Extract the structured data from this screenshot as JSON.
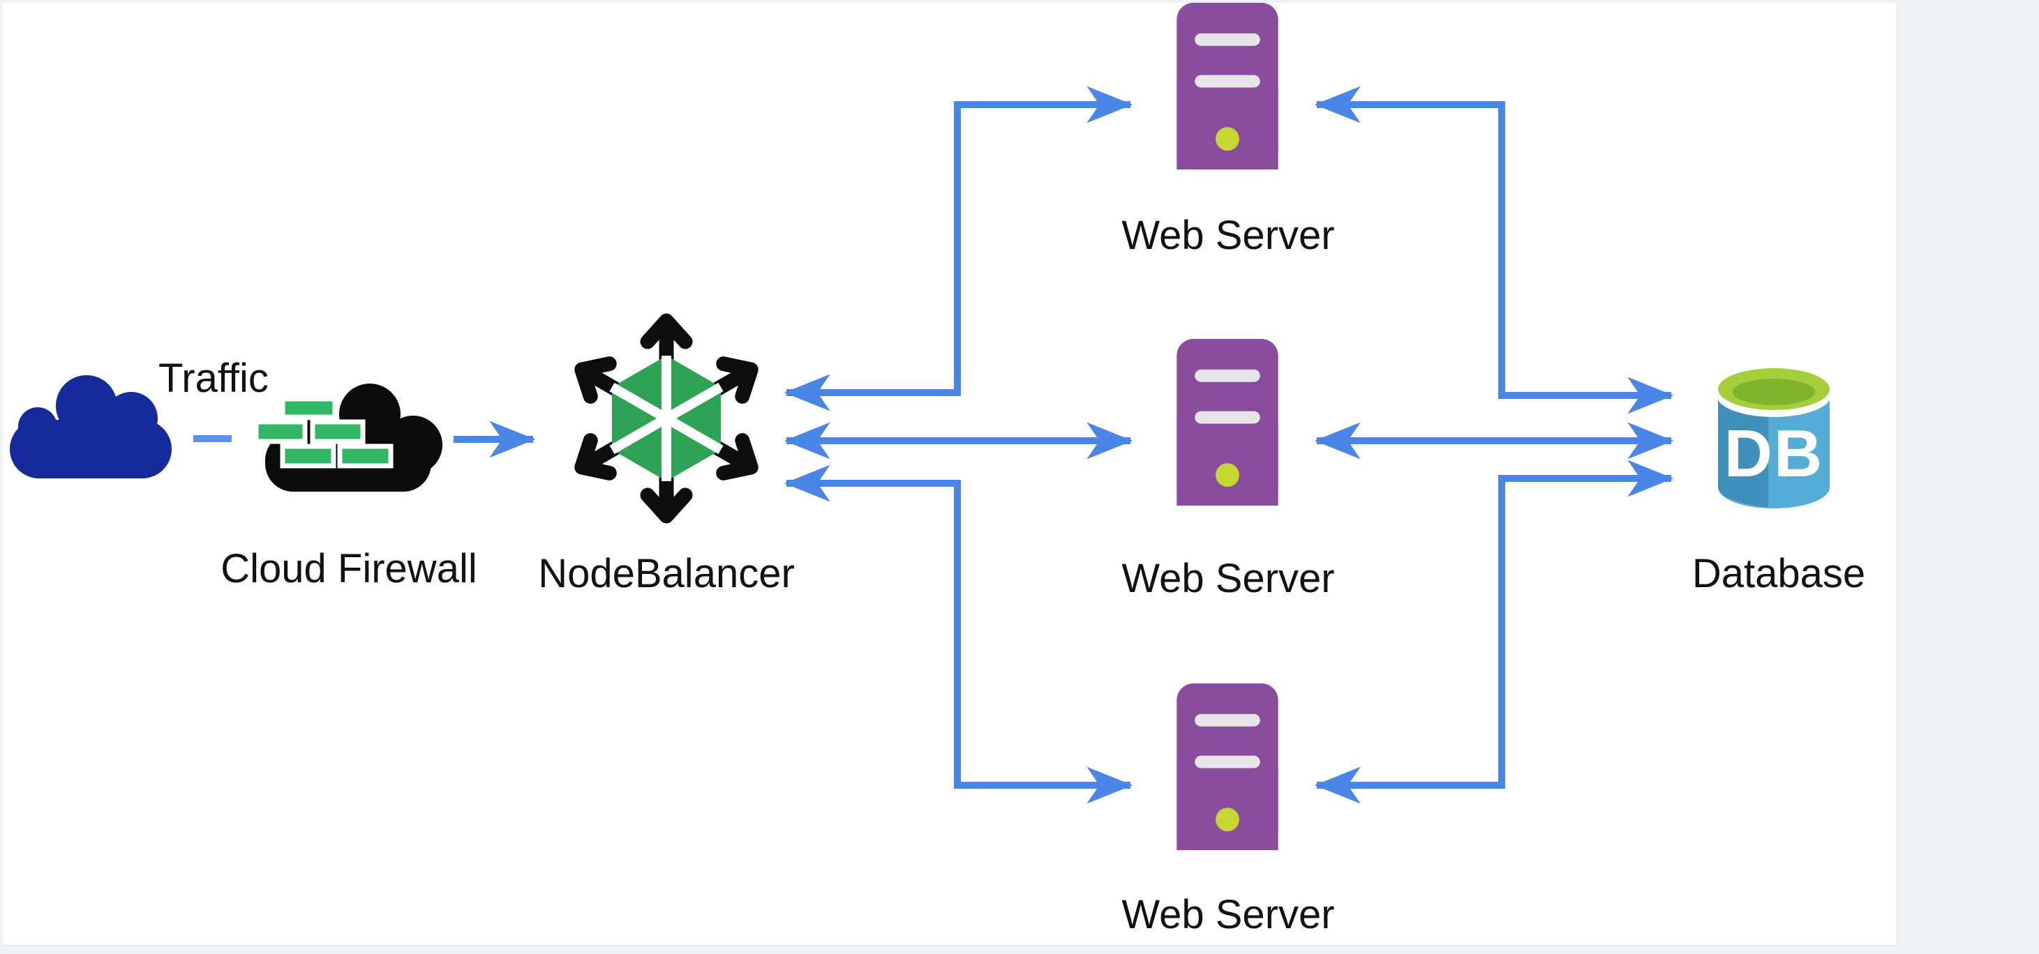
{
  "window": {
    "background_color": "#f1f2f3",
    "canvas_color": "#ffffff"
  },
  "diagram": {
    "arrow_color": "#4a86e8",
    "dash_color": "#5b92ec",
    "nodes": {
      "traffic": {
        "label": "Traffic",
        "icon": "cloud-icon",
        "color": "#152a9b"
      },
      "firewall": {
        "label": "Cloud Firewall",
        "icon": "cloud-firewall-icon",
        "cloud_color": "#0b0b0b",
        "brick_color": "#30b664",
        "mortar_color": "#ffffff"
      },
      "nodebalancer": {
        "label": "NodeBalancer",
        "icon": "nodebalancer-icon",
        "hex_color": "#2fa355",
        "spoke_color": "#ffffff",
        "arrow_color": "#0d0d0d"
      },
      "webserver1": {
        "label": "Web Server",
        "icon": "server-tower-icon",
        "body_color": "#8a4d9e",
        "slot_color": "#e7e5e9",
        "led_color": "#c5d832"
      },
      "webserver2": {
        "label": "Web Server",
        "icon": "server-tower-icon",
        "body_color": "#8a4d9e",
        "slot_color": "#e7e5e9",
        "led_color": "#c5d832"
      },
      "webserver3": {
        "label": "Web Server",
        "icon": "server-tower-icon",
        "body_color": "#8a4d9e",
        "slot_color": "#e7e5e9",
        "led_color": "#c5d832"
      },
      "database": {
        "label": "Database",
        "badge": "DB",
        "icon": "database-cylinder-icon",
        "body_color": "#54add5",
        "shade_color": "#4190bb",
        "top_ring_color": "#a4cf3b",
        "top_inner_color": "#7fb42c"
      }
    },
    "connections": [
      {
        "from": "traffic",
        "to": "firewall",
        "style": "dashed-link"
      },
      {
        "from": "firewall",
        "to": "nodebalancer",
        "style": "arrow"
      },
      {
        "from": "nodebalancer",
        "to": "webserver1",
        "style": "double-headed-elbow"
      },
      {
        "from": "nodebalancer",
        "to": "webserver2",
        "style": "double-headed-straight"
      },
      {
        "from": "nodebalancer",
        "to": "webserver3",
        "style": "double-headed-elbow"
      },
      {
        "from": "webserver1",
        "to": "database",
        "style": "double-headed-elbow"
      },
      {
        "from": "webserver2",
        "to": "database",
        "style": "double-headed-straight"
      },
      {
        "from": "webserver3",
        "to": "database",
        "style": "double-headed-elbow"
      }
    ]
  }
}
